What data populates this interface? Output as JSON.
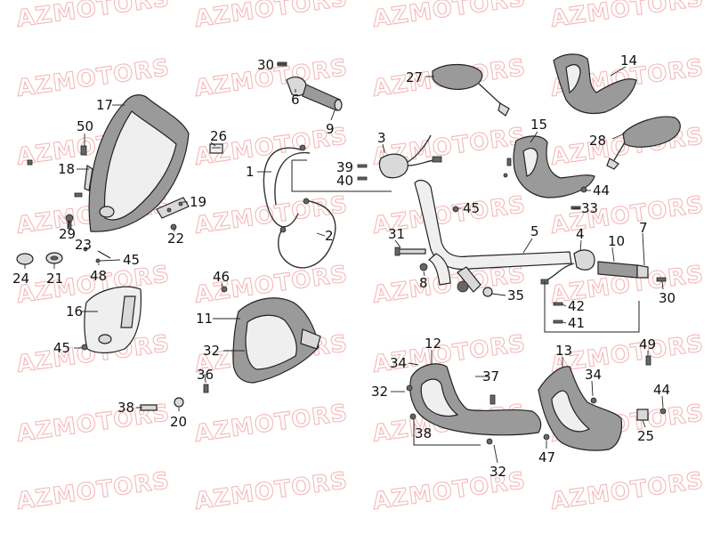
{
  "watermark": "AZMOTORS",
  "watermark_color": "#f3b9b9",
  "callouts": [
    {
      "id": "n30a",
      "text": "30"
    },
    {
      "id": "n6",
      "text": "6"
    },
    {
      "id": "n9",
      "text": "9"
    },
    {
      "id": "n27",
      "text": "27"
    },
    {
      "id": "n14",
      "text": "14"
    },
    {
      "id": "n17",
      "text": "17"
    },
    {
      "id": "n50",
      "text": "50"
    },
    {
      "id": "n26",
      "text": "26"
    },
    {
      "id": "n3",
      "text": "3"
    },
    {
      "id": "n15",
      "text": "15"
    },
    {
      "id": "n28",
      "text": "28"
    },
    {
      "id": "n18",
      "text": "18"
    },
    {
      "id": "n1",
      "text": "1"
    },
    {
      "id": "n39",
      "text": "39"
    },
    {
      "id": "n40",
      "text": "40"
    },
    {
      "id": "n19",
      "text": "19"
    },
    {
      "id": "n44a",
      "text": "44"
    },
    {
      "id": "n33",
      "text": "33"
    },
    {
      "id": "n45a",
      "text": "45"
    },
    {
      "id": "n29",
      "text": "29"
    },
    {
      "id": "n22",
      "text": "22"
    },
    {
      "id": "n2",
      "text": "2"
    },
    {
      "id": "n23",
      "text": "23"
    },
    {
      "id": "n45b",
      "text": "45"
    },
    {
      "id": "n31",
      "text": "31"
    },
    {
      "id": "n5",
      "text": "5"
    },
    {
      "id": "n4",
      "text": "4"
    },
    {
      "id": "n10",
      "text": "10"
    },
    {
      "id": "n7",
      "text": "7"
    },
    {
      "id": "n24",
      "text": "24"
    },
    {
      "id": "n21",
      "text": "21"
    },
    {
      "id": "n48",
      "text": "48"
    },
    {
      "id": "n46",
      "text": "46"
    },
    {
      "id": "n8",
      "text": "8"
    },
    {
      "id": "n35",
      "text": "35"
    },
    {
      "id": "n30b",
      "text": "30"
    },
    {
      "id": "n42",
      "text": "42"
    },
    {
      "id": "n41",
      "text": "41"
    },
    {
      "id": "n16",
      "text": "16"
    },
    {
      "id": "n11",
      "text": "11"
    },
    {
      "id": "n45c",
      "text": "45"
    },
    {
      "id": "n32a",
      "text": "32"
    },
    {
      "id": "n12",
      "text": "12"
    },
    {
      "id": "n13",
      "text": "13"
    },
    {
      "id": "n49",
      "text": "49"
    },
    {
      "id": "n34a",
      "text": "34"
    },
    {
      "id": "n34b",
      "text": "34"
    },
    {
      "id": "n37",
      "text": "37"
    },
    {
      "id": "n36",
      "text": "36"
    },
    {
      "id": "n32b",
      "text": "32"
    },
    {
      "id": "n44b",
      "text": "44"
    },
    {
      "id": "n38a",
      "text": "38"
    },
    {
      "id": "n20",
      "text": "20"
    },
    {
      "id": "n25",
      "text": "25"
    },
    {
      "id": "n38b",
      "text": "38"
    },
    {
      "id": "n47",
      "text": "47"
    },
    {
      "id": "n32c",
      "text": "32"
    }
  ]
}
